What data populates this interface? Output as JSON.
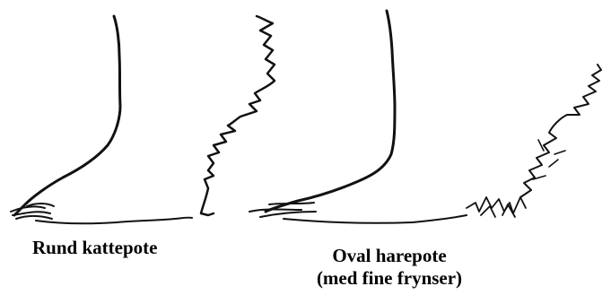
{
  "figure": {
    "left_caption": "Rund kattepote",
    "right_caption_line1": "Oval harepote",
    "right_caption_line2": "(med fine frynser)",
    "ink_color": "#111111",
    "background_color": "#ffffff"
  },
  "drawings": [
    {
      "name": "round-cat-paw",
      "description_shape": "round foot outline"
    },
    {
      "name": "oval-hare-paw",
      "description_shape": "oval foot outline with fringed hair"
    }
  ]
}
